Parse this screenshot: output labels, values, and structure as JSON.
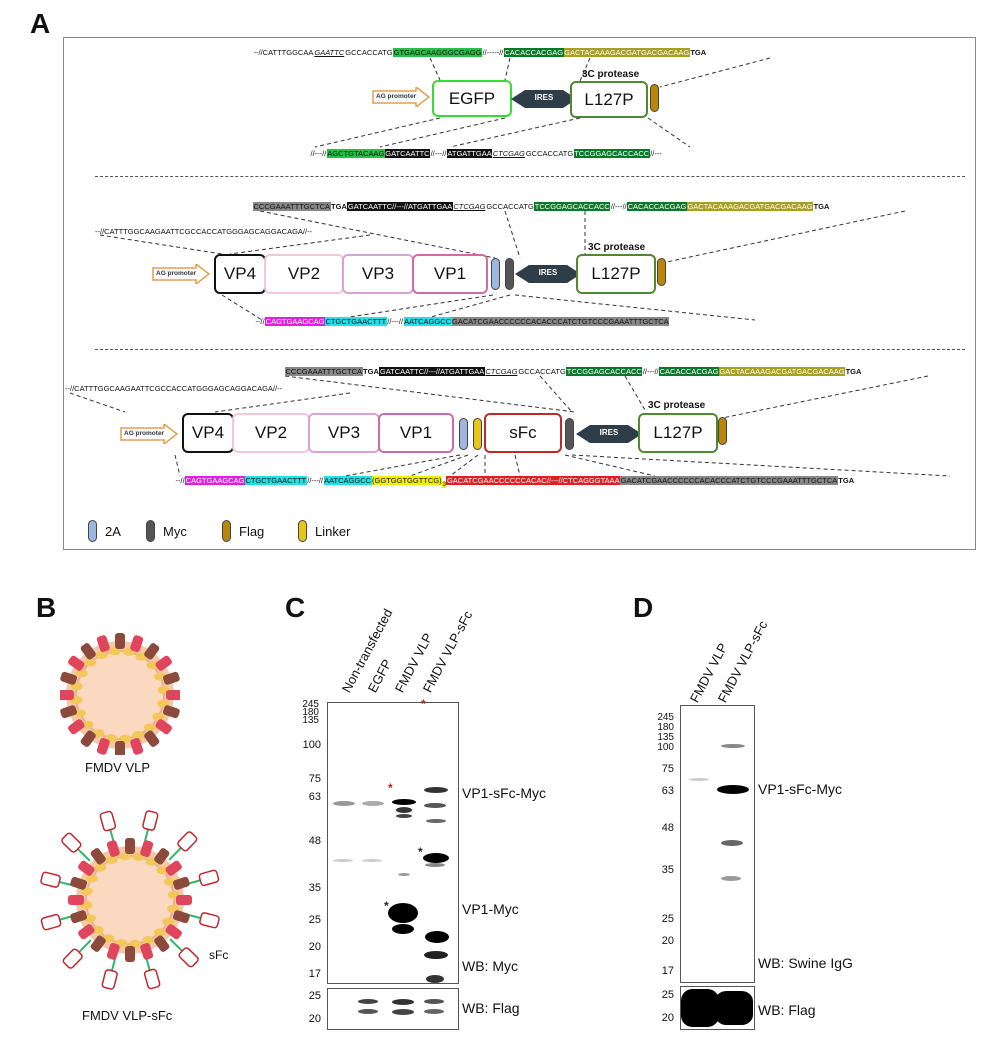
{
  "panels": {
    "a": "A",
    "b": "B",
    "c": "C",
    "d": "D"
  },
  "panelA": {
    "construct1": {
      "seq_top": [
        {
          "t": "--//CATTTGGCAA",
          "c": ""
        },
        {
          "t": "GAATTC",
          "c": "u"
        },
        {
          "t": "GCCACCATG",
          "c": ""
        },
        {
          "t": "GTGAGCAAGGGCGAGG",
          "c": "hl-green"
        },
        {
          "t": "//-----//",
          "c": ""
        },
        {
          "t": "CACACCACGAG",
          "c": "hl-dkgreen"
        },
        {
          "t": "GACTACAAAGACGATGACGACAAG",
          "c": "hl-olive"
        },
        {
          "t": "TGA",
          "c": "b"
        }
      ],
      "promoter": "AG promoter",
      "egfp": "EGFP",
      "ires": "IRES",
      "protease_label": "3C protease",
      "l127p": "L127P",
      "seq_bottom": [
        {
          "t": "//---//",
          "c": ""
        },
        {
          "t": "AGCTGTACAAG",
          "c": "hl-green"
        },
        {
          "t": "GATCAATTC",
          "c": "hl-black"
        },
        {
          "t": "//---//",
          "c": ""
        },
        {
          "t": "ATGATTGAA",
          "c": "hl-black"
        },
        {
          "t": "CTCGAG",
          "c": "u"
        },
        {
          "t": "GCCACCATG",
          "c": ""
        },
        {
          "t": "TCCGGAGCACCACC",
          "c": "hl-dkgreen"
        },
        {
          "t": "//---",
          "c": ""
        }
      ]
    },
    "construct2": {
      "seq_top": [
        {
          "t": "CCCGAAATTTGCTCA",
          "c": "hl-gray"
        },
        {
          "t": "TGA",
          "c": "b"
        },
        {
          "t": "GATCAATTC//---//ATGATTGAA",
          "c": "hl-black"
        },
        {
          "t": "CTCGAG",
          "c": "u"
        },
        {
          "t": "GCCACCATG",
          "c": ""
        },
        {
          "t": "TCCGGAGCACCACC",
          "c": "hl-dkgreen"
        },
        {
          "t": "//---//",
          "c": ""
        },
        {
          "t": "CACACCACGAG",
          "c": "hl-dkgreen"
        },
        {
          "t": "GACTACAAAGACGATGACGACAAG",
          "c": "hl-olive"
        },
        {
          "t": "TGA",
          "c": "b"
        }
      ],
      "seq_left": "--//CATTTGGCAAGAATTCGCCACCATGGGAGCAGGACAGA//--",
      "promoter": "AG promoter",
      "vp4": "VP4",
      "vp2": "VP2",
      "vp3": "VP3",
      "vp1": "VP1",
      "ires": "IRES",
      "protease_label": "3C protease",
      "l127p": "L127P",
      "seq_bottom": [
        {
          "t": "--//",
          "c": ""
        },
        {
          "t": "CAGTGAAGCAG",
          "c": "hl-magenta"
        },
        {
          "t": "CTGCTGAACTTT",
          "c": "hl-cyan"
        },
        {
          "t": "//---//",
          "c": ""
        },
        {
          "t": "AATCAGGCC",
          "c": "hl-cyan"
        },
        {
          "t": "GACATCGAACCCCCCACACCCATCTGTCCCGAAATTTGCTCA",
          "c": "hl-gray"
        }
      ]
    },
    "construct3": {
      "seq_top": [
        {
          "t": "CCCGAAATTTGCTCA",
          "c": "hl-gray"
        },
        {
          "t": "TGA",
          "c": "b"
        },
        {
          "t": "GATCAATTC//---//ATGATTGAA",
          "c": "hl-black"
        },
        {
          "t": "CTCGAG",
          "c": "u"
        },
        {
          "t": "GCCACCATG",
          "c": ""
        },
        {
          "t": "TCCGGAGCACCACC",
          "c": "hl-dkgreen"
        },
        {
          "t": "//---//",
          "c": ""
        },
        {
          "t": "CACACCACGAG",
          "c": "hl-dkgreen"
        },
        {
          "t": "GACTACAAAGACGATGACGACAAG",
          "c": "hl-olive"
        },
        {
          "t": "TGA",
          "c": "b"
        }
      ],
      "seq_left": "--//CATTTGGCAAGAATTCGCCACCATGGGAGCAGGACAGA//--",
      "promoter": "AG promoter",
      "vp4": "VP4",
      "vp2": "VP2",
      "vp3": "VP3",
      "vp1": "VP1",
      "sfc": "sFc",
      "ires": "IRES",
      "protease_label": "3C protease",
      "l127p": "L127P",
      "seq_bottom": [
        {
          "t": "--//",
          "c": ""
        },
        {
          "t": "CAGTGAAGCAG",
          "c": "hl-magenta"
        },
        {
          "t": "CTGCTGAACTTT",
          "c": "hl-cyan"
        },
        {
          "t": "//---//",
          "c": ""
        },
        {
          "t": "AATCAGGCC",
          "c": "hl-cyan"
        },
        {
          "t": "(GGTGGTGGTTCG)",
          "c": "hl-yellow"
        },
        {
          "t": "3",
          "c": "hl-yellow sub"
        },
        {
          "t": "GACATCGAACCCCCCACAC//---//CTCAGGGTAAA",
          "c": "hl-red"
        },
        {
          "t": "GACATCGAACCCCCCACACCCATCTGTCCCGAAATTTGCTCA",
          "c": "hl-gray"
        },
        {
          "t": "TGA",
          "c": "b"
        }
      ]
    },
    "legend": [
      {
        "label": "2A",
        "color": "#9db7e2"
      },
      {
        "label": "Myc",
        "color": "#555555"
      },
      {
        "label": "Flag",
        "color": "#b8860b"
      },
      {
        "label": "Linker",
        "color": "#e6c619"
      }
    ]
  },
  "panelB": {
    "label_vlp": "FMDV VLP",
    "label_vlp_sfc": "FMDV VLP-sFc",
    "label_sfc": "sFc"
  },
  "panelC": {
    "lanes": [
      "Non-transfected",
      "EGFP",
      "FMDV VLP",
      "FMDV VLP-sFc"
    ],
    "mw": [
      "245",
      "180",
      "135",
      "100",
      "75",
      "63",
      "48",
      "35",
      "25",
      "20",
      "17"
    ],
    "mw_flag": [
      "25",
      "20"
    ],
    "labels": {
      "vp1_sfc_myc": "VP1-sFc-Myc",
      "vp1_myc": "VP1-Myc",
      "wb_myc": "WB: Myc",
      "wb_flag": "WB: Flag"
    },
    "stars": [
      "*",
      "*",
      "*",
      "*"
    ]
  },
  "panelD": {
    "lanes": [
      "FMDV VLP",
      "FMDV VLP-sFc"
    ],
    "mw": [
      "245",
      "180",
      "135",
      "100",
      "75",
      "63",
      "48",
      "35",
      "25",
      "20",
      "17"
    ],
    "mw_flag": [
      "25",
      "20"
    ],
    "labels": {
      "vp1_sfc_myc": "VP1-sFc-Myc",
      "wb_swine": "WB: Swine IgG",
      "wb_flag": "WB: Flag"
    }
  }
}
